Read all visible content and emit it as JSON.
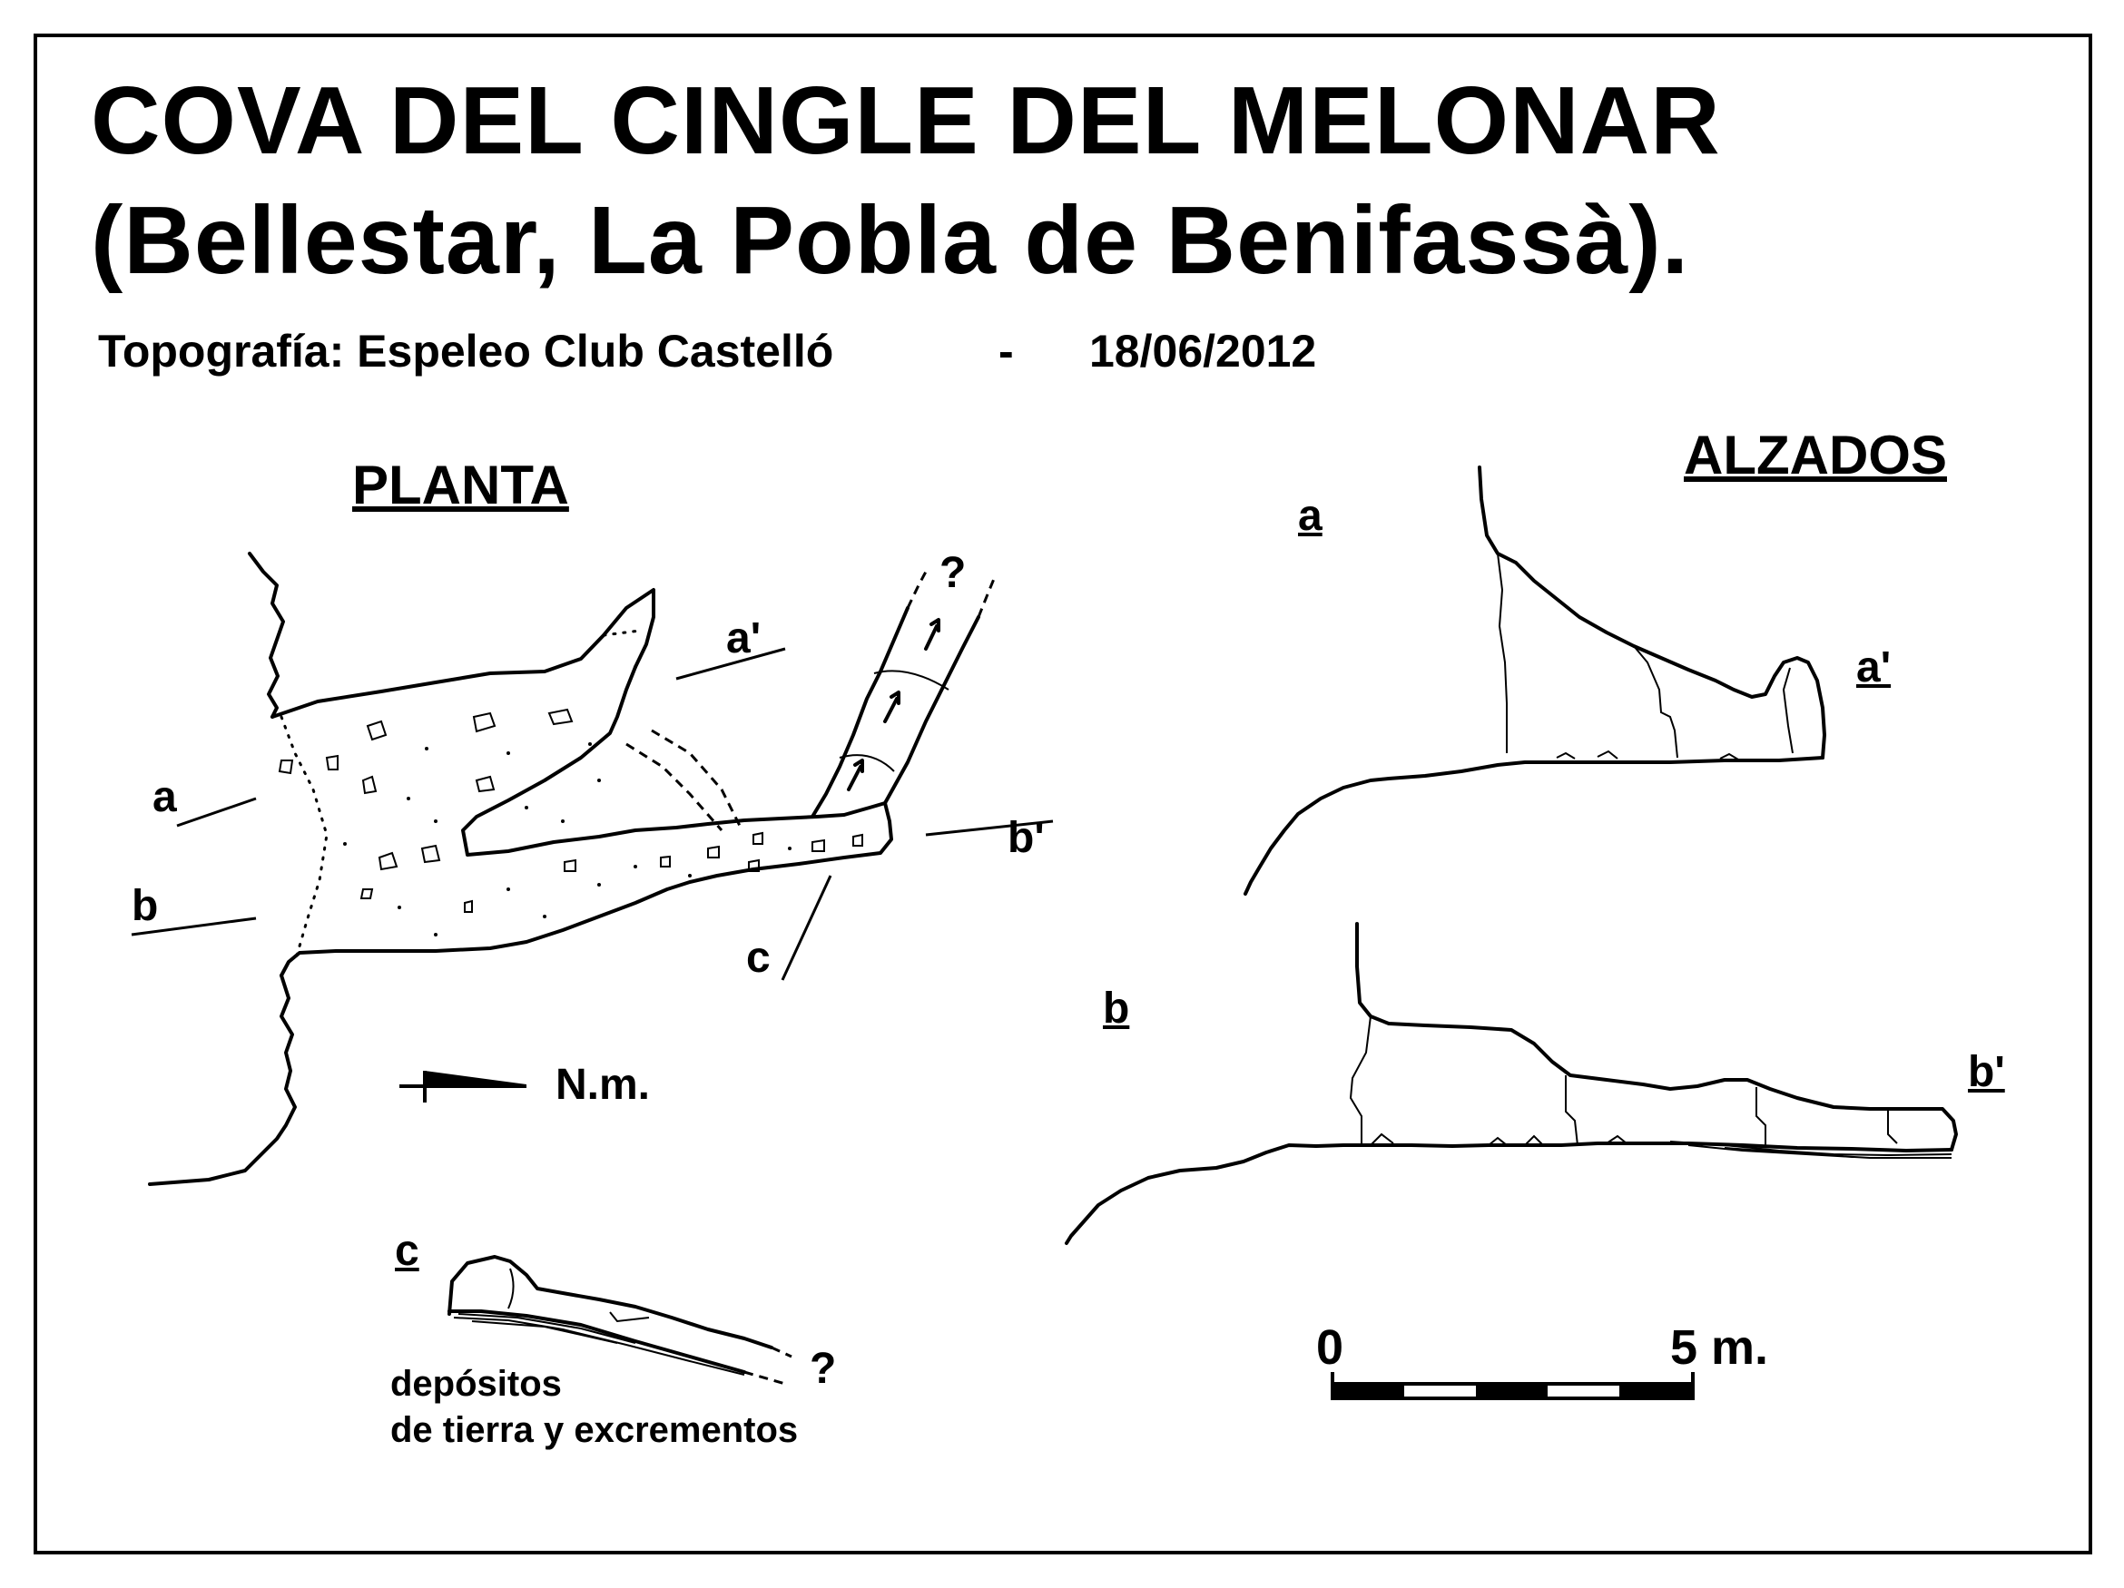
{
  "title_line1": "COVA DEL CINGLE DEL MELONAR",
  "title_line2": "(Bellestar, La Pobla de Benifassà).",
  "credits": {
    "topografia": "Topografía:  Espeleo Club Castelló",
    "separator": "-",
    "date": "18/06/2012"
  },
  "plan": {
    "heading": "PLANTA",
    "labels": {
      "a": "a",
      "a_prime": "a'",
      "b": "b",
      "b_prime": "b'",
      "c": "c",
      "question": "?"
    },
    "north": "N.m."
  },
  "section_c": {
    "label": "c",
    "question": "?",
    "deposits_line1": "depósitos",
    "deposits_line2": "de tierra y excrementos"
  },
  "elevations": {
    "heading": "ALZADOS",
    "a": "a",
    "a_prime": "a'",
    "b": "b",
    "b_prime": "b'"
  },
  "scale": {
    "start": "0",
    "end": "5 m."
  }
}
